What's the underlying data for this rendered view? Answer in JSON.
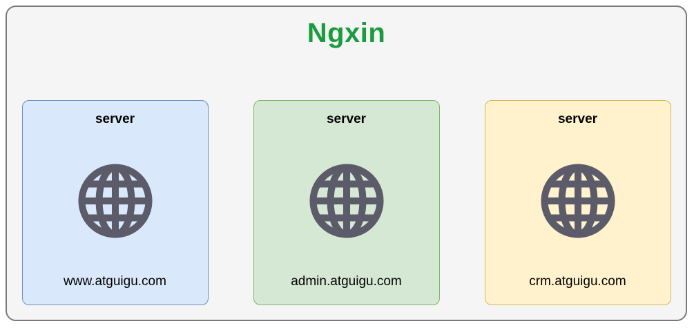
{
  "diagram": {
    "title": "Ngxin",
    "title_color": "#1a9c3e",
    "container_fill": "#f5f5f5",
    "container_border_color": "#7a7a7a"
  },
  "servers": [
    {
      "label": "server",
      "domain": "www.atguigu.com",
      "fill": "#dae8fc",
      "border": "#6c8ebf"
    },
    {
      "label": "server",
      "domain": "admin.atguigu.com",
      "fill": "#d5e8d4",
      "border": "#82b366"
    },
    {
      "label": "server",
      "domain": "crm.atguigu.com",
      "fill": "#fff2cc",
      "border": "#d6b656"
    }
  ],
  "icons": {
    "globe_color": "#5b5b69",
    "globe_name": "globe-icon"
  }
}
